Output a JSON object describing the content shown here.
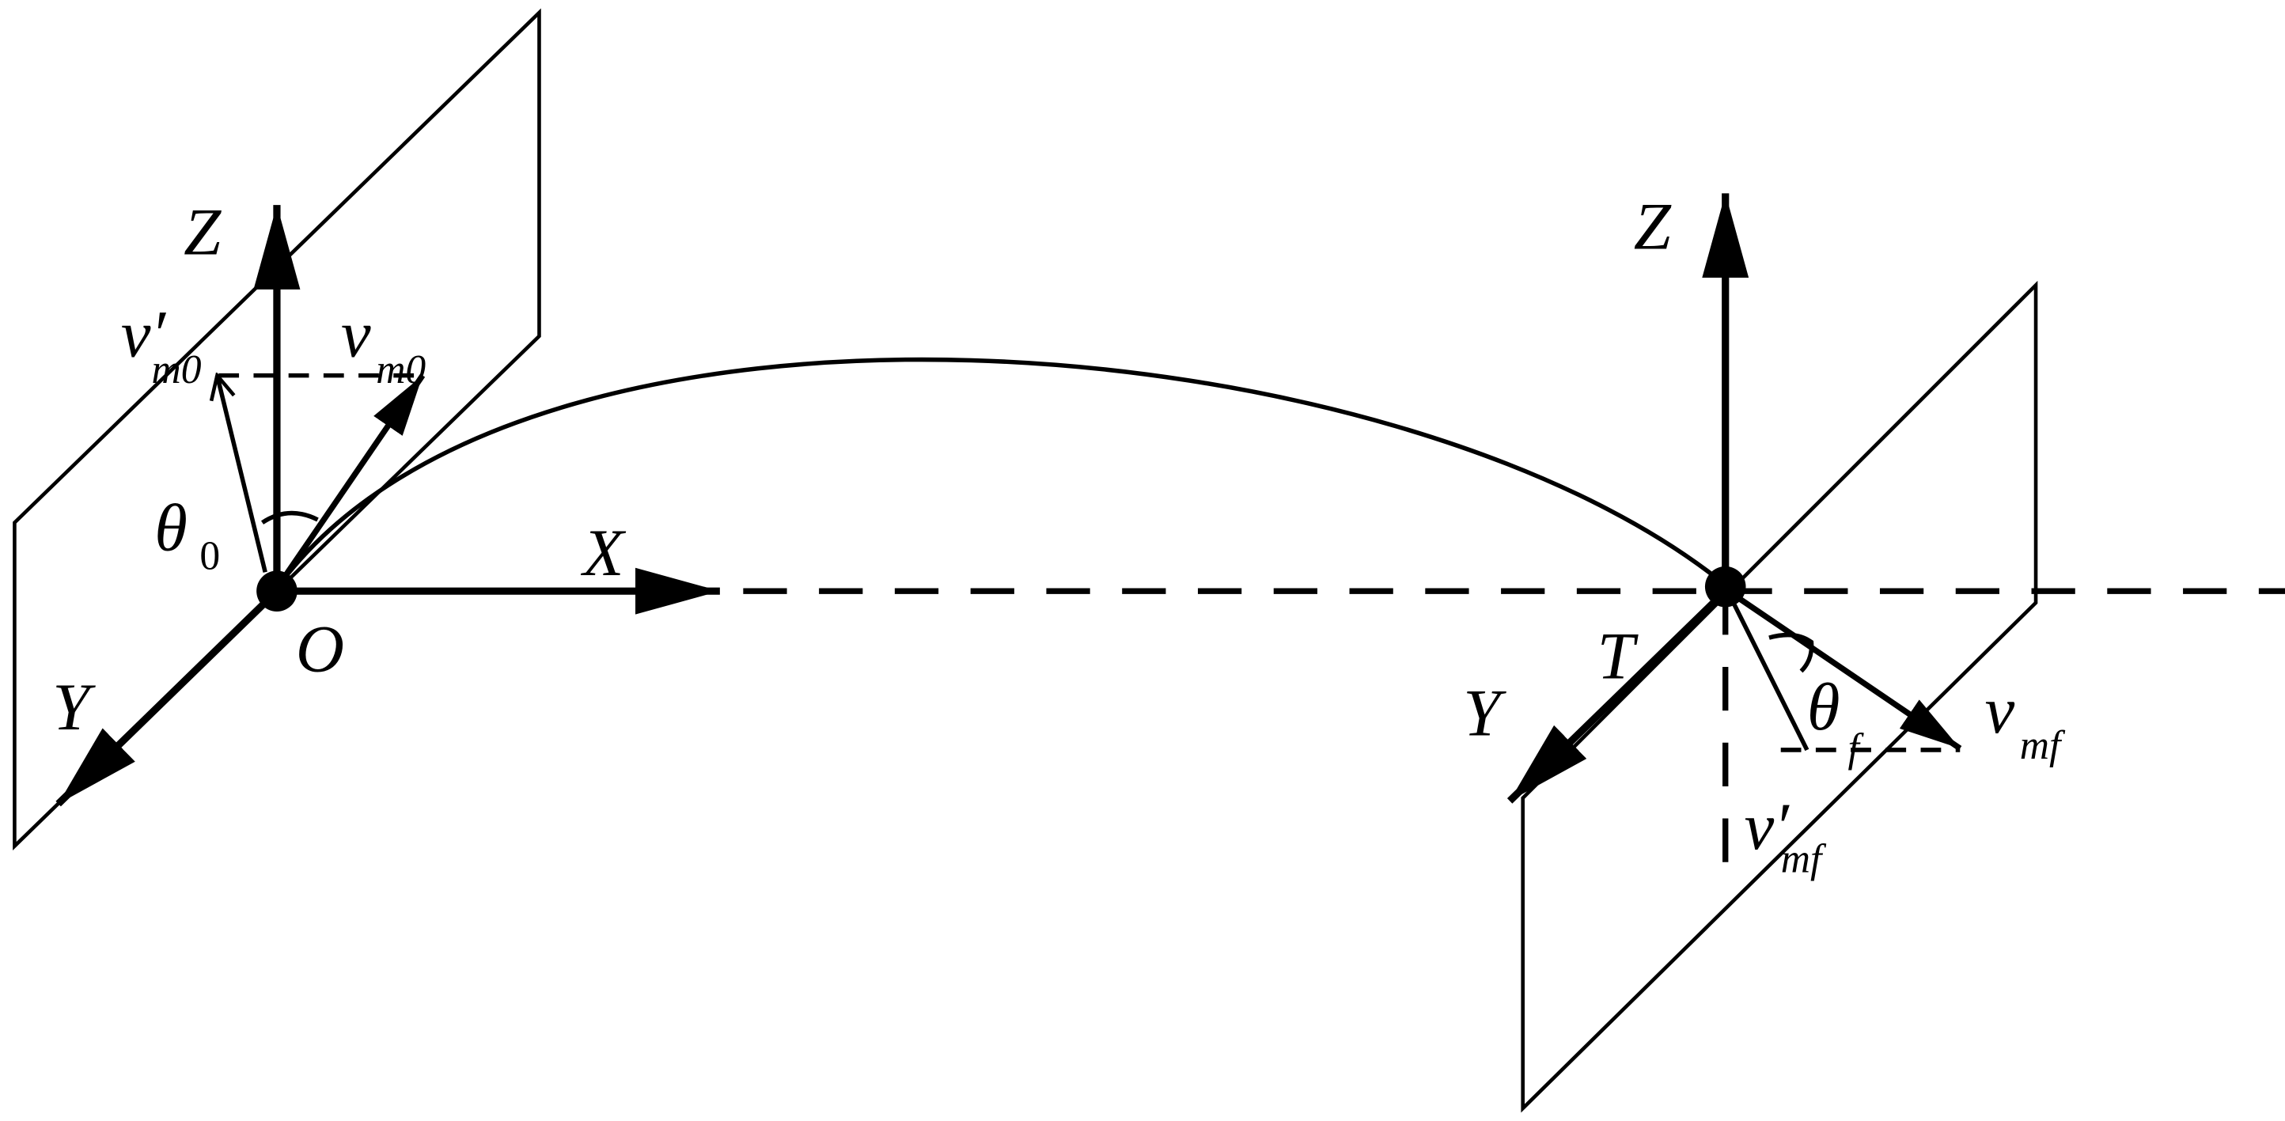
{
  "labels": {
    "z_left": "Z",
    "z_right": "Z",
    "x_axis": "X",
    "y_left": "Y",
    "y_right": "Y",
    "origin": "O",
    "target": "T",
    "theta0_main": "θ",
    "theta0_sub": "0",
    "thetaf_main": "θ",
    "thetaf_sub": "f",
    "vm0_main": "v",
    "vm0_sub": "m0",
    "vm0prime_main": "v′",
    "vm0prime_sub": "m0",
    "vmf_main": "v",
    "vmf_sub": "mf",
    "vmfprime_main": "v′",
    "vmfprime_sub": "mf"
  }
}
